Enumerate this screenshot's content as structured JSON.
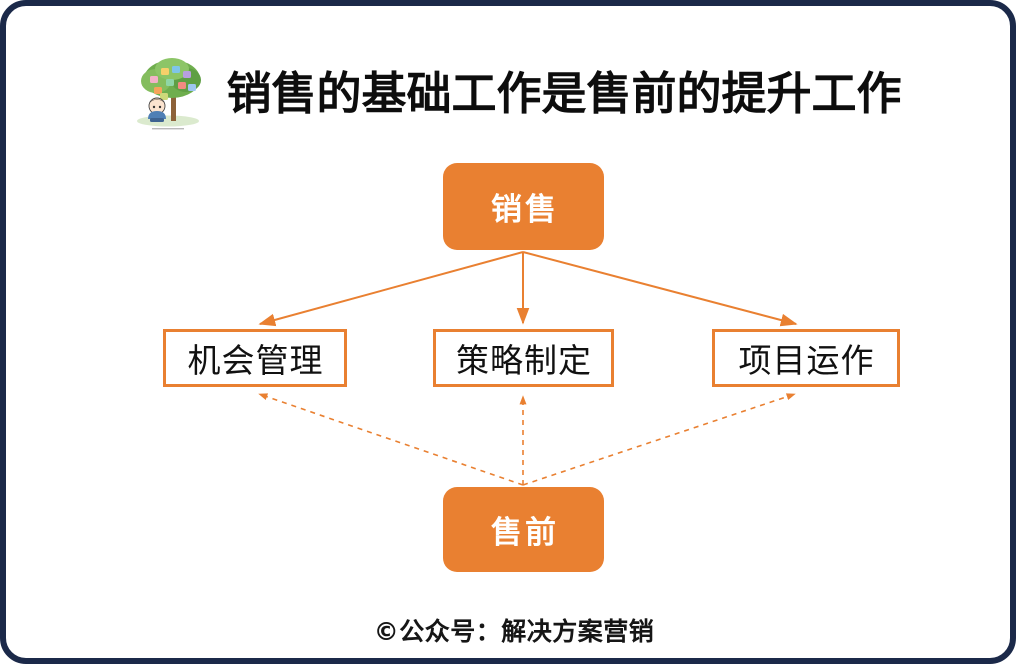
{
  "frame": {
    "border_color": "#1b2949",
    "background": "#ffffff"
  },
  "header": {
    "logo_icon": "tree-with-child-logo",
    "title": "销售的基础工作是售前的提升工作"
  },
  "theme": {
    "accent_orange": "#e98031",
    "node_text_light": "#ffffff",
    "node_text_dark": "#111111",
    "frame_navy": "#1b2949"
  },
  "diagram": {
    "type": "hierarchy-flow",
    "top_node": {
      "id": "sales",
      "label": "销售",
      "style": "filled-rounded"
    },
    "bottom_node": {
      "id": "presale",
      "label": "售前",
      "style": "filled-rounded"
    },
    "middle_nodes": [
      {
        "id": "opportunity",
        "label": "机会管理",
        "style": "outlined-rect"
      },
      {
        "id": "strategy",
        "label": "策略制定",
        "style": "outlined-rect"
      },
      {
        "id": "project",
        "label": "项目运作",
        "style": "outlined-rect"
      }
    ],
    "connections": [
      {
        "from": "sales",
        "to": "opportunity",
        "line": "solid",
        "arrow": "end"
      },
      {
        "from": "sales",
        "to": "strategy",
        "line": "solid",
        "arrow": "end"
      },
      {
        "from": "sales",
        "to": "project",
        "line": "solid",
        "arrow": "end"
      },
      {
        "from": "presale",
        "to": "opportunity",
        "line": "dashed",
        "arrow": "end"
      },
      {
        "from": "presale",
        "to": "strategy",
        "line": "dashed",
        "arrow": "end"
      },
      {
        "from": "presale",
        "to": "project",
        "line": "dashed",
        "arrow": "end"
      }
    ]
  },
  "footer": {
    "credit": "©公众号：解决方案营销"
  }
}
